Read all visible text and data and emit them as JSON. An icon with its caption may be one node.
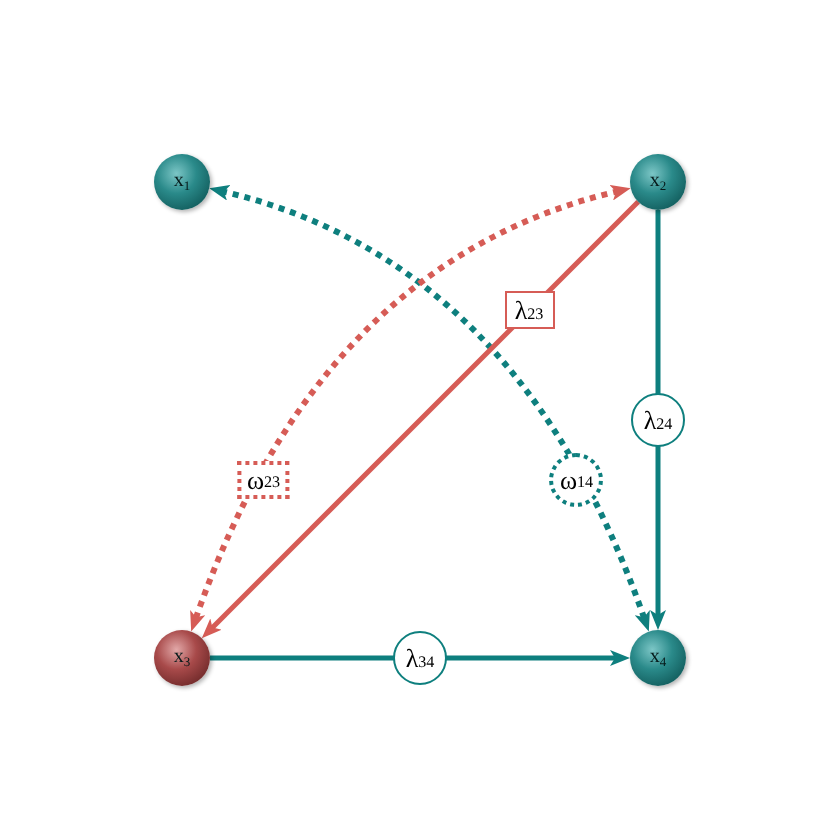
{
  "diagram": {
    "nodes": [
      {
        "text": [
          "x$_{1}$"
        ]
      },
      {
        "text": [
          "x$_{2}$"
        ]
      },
      {
        "text": [
          "x$_{3}$"
        ]
      },
      {
        "text": [
          "x$_{4}$"
        ]
      }
    ],
    "edges": [
      {
        "from": 0,
        "to": 3,
        "arrow": "both",
        "label": "ω$_{14}$",
        "style": "dashed"
      },
      {
        "from": 1,
        "to": 2,
        "arrow": "both",
        "label": "ω$_{23}$",
        "style": "dashed",
        "color": "#d65c56"
      },
      {
        "from": 1,
        "to": 2,
        "arrow": "to",
        "label": "λ$_{23}$",
        "color": "#d65c56"
      },
      {
        "from": 1,
        "to": 3,
        "arrow": "to",
        "label": "λ$_{24}$"
      },
      {
        "from": 2,
        "to": 3,
        "arrow": "to",
        "label": "λ$_{34}$"
      }
    ]
  }
}
